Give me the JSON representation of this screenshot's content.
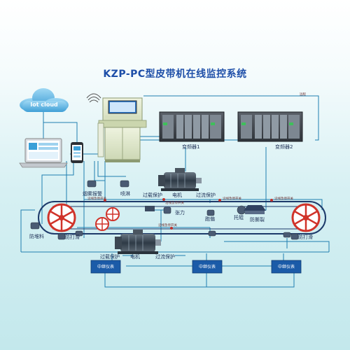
{
  "title": "KZP-PC型皮带机在线监控系统",
  "cloud": {
    "label": "Iot cloud"
  },
  "remote_label": "远程",
  "inverters": [
    {
      "label": "变频器1"
    },
    {
      "label": "变频器2"
    }
  ],
  "devices": {
    "smoke_alarm": "烟雾报警",
    "spray": "喷淋",
    "anti_pile": "防堆料",
    "anti_slip_left": "防打滑",
    "anti_slip_right": "防打滑",
    "tension": "张力",
    "deviation": "跑偏",
    "idler": "托辊",
    "anti_tear": "防撕裂"
  },
  "motor_top": {
    "overload": "过载保护",
    "motor": "电机",
    "overcurrent": "过流保护"
  },
  "motor_bottom": {
    "overload": "过载保护",
    "motor": "电机",
    "overcurrent": "过流保护"
  },
  "pull_switches": [
    "沿线急停开关",
    "沿线急停开关",
    "沿线急停开关",
    "沿线急停开关",
    "沿线急停开关"
  ],
  "relays": [
    "中继仪表",
    "中继仪表",
    "中继仪表"
  ],
  "colors": {
    "accent": "#1d4ea8",
    "wire": "#1f7fb0",
    "pulley": "#d0332a",
    "cabinet": "#dfe8cc"
  }
}
